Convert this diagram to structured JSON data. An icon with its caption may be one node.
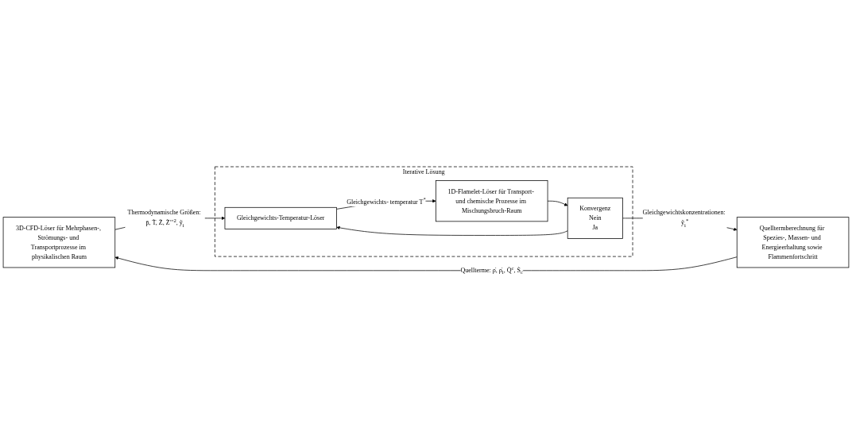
{
  "diagram": {
    "nodes": [
      {
        "text": [
          "3D-CFD-Löser für Mehrphasen-, Strömungs- und Transportprozesse im physikalischen Raum"
        ]
      },
      {
        "text": [
          "Quelltermberechnung für Spezies-, Massen- und Energieerhaltung sowie Flammenfortschritt"
        ]
      },
      {
        "text": [
          "Iterative Lösung"
        ]
      },
      {
        "text": [
          "Gleichgewichts-Temperatur-Löser"
        ],
        "in": 2
      },
      {
        "text": [
          "1D-Flamelet-Löser für Transport- und chemische Prozesse im Mischungsbruch-Raum"
        ],
        "in": 2
      },
      {
        "text": [
          "Konvergenz",
          "Nein",
          "Ja"
        ],
        "in": 2
      }
    ],
    "edges": [
      {
        "from": 0,
        "to": 3,
        "arrow": "to",
        "label": "Thermodynamische Größen: p̄, T̃, Z̃, Z̃’’$^{2}$, ỹ$_{i}$"
      },
      {
        "from": 3,
        "to": 4,
        "arrow": "to",
        "label": "Gleichgewichts- temperatur T$^{*}$"
      },
      {
        "from": 4,
        "to": 5,
        "arrow": "to"
      },
      {
        "from": 5,
        "to": 3,
        "arrow": "to"
      },
      {
        "from": 5,
        "to": 1,
        "arrow": "to",
        "label": "Gleichgewichtskonzentrationen: ỹ$_{i}$$^{*}$"
      },
      {
        "from": 1,
        "to": 0,
        "arrow": "to",
        "label": "Quellterme: ρ̇, ρ̇$_{i}$, Q̇$^{c}$, Ṡ$_{c}$"
      }
    ]
  }
}
